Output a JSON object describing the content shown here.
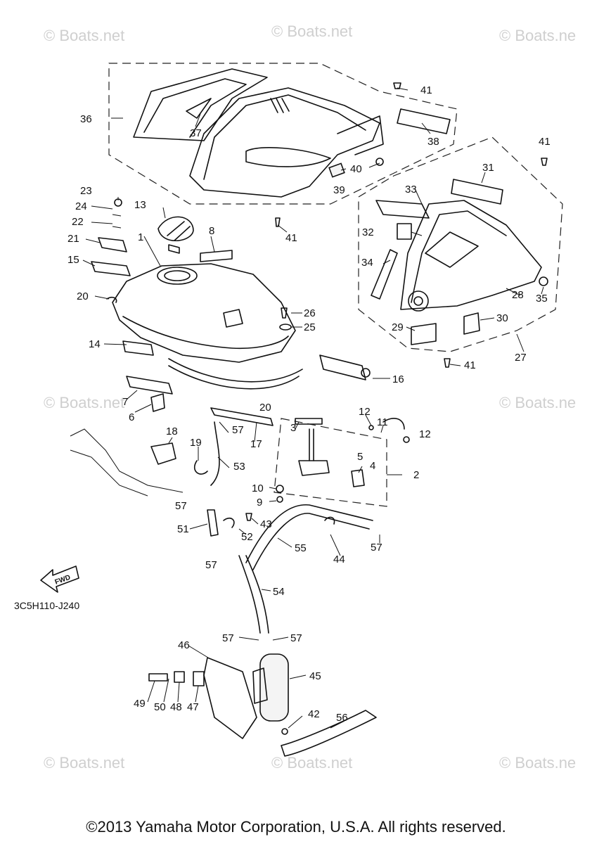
{
  "watermark": "© Boats.net",
  "watermark_cut": "© Boats.ne",
  "diagram_code": "3C5H110-J240",
  "fwd_label": "FWD",
  "copyright": "©2013 Yamaha Motor Corporation, U.S.A. All rights reserved.",
  "callouts": [
    "1",
    "2",
    "3",
    "4",
    "5",
    "6",
    "7",
    "8",
    "9",
    "10",
    "11",
    "12",
    "13",
    "14",
    "15",
    "16",
    "17",
    "19",
    "18",
    "20",
    "21",
    "22",
    "23",
    "24",
    "25",
    "26",
    "27",
    "28",
    "29",
    "30",
    "31",
    "32",
    "33",
    "34",
    "35",
    "36",
    "37",
    "38",
    "39",
    "40",
    "41",
    "42",
    "43",
    "44",
    "45",
    "46",
    "47",
    "48",
    "49",
    "50",
    "51",
    "52",
    "53",
    "54",
    "55",
    "56",
    "57"
  ]
}
